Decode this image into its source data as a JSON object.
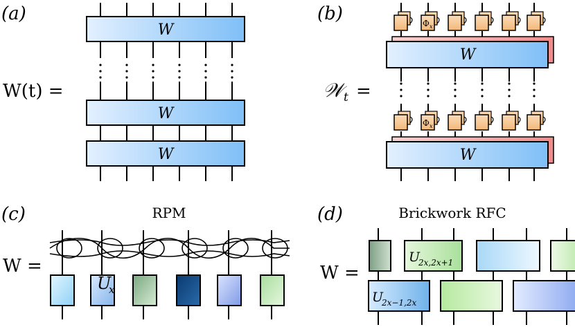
{
  "panels": {
    "a": {
      "label": "(a)",
      "equation": "W(t) =",
      "block_label": "W"
    },
    "b": {
      "label": "(b)",
      "equation": "𝒲",
      "equation_sub": "t",
      "equation_eq": "=",
      "block_label": "W",
      "phi_label": "Φ",
      "phi_sub": "x"
    },
    "c": {
      "label": "(c)",
      "title": "RPM",
      "equation": "W =",
      "unitary_label": "U",
      "unitary_sub": "x"
    },
    "d": {
      "label": "(d)",
      "title": "Brickwork RFC",
      "equation": "W =",
      "gate_top_label": "U",
      "gate_top_sub": "2x,2x+1",
      "gate_bottom_label": "U",
      "gate_bottom_sub": "2x−1,2x"
    }
  },
  "colors": {
    "w_block_light": "#e3f0ff",
    "w_block_dark": "#7fbff7",
    "w_shadow": "#f29a9a",
    "phi_fill": "#f6c58e",
    "c_boxes": [
      "#b8e4fb",
      "#a8ccf2",
      "#9fc49e",
      "#0f4c86",
      "#a3b7ee",
      "#bfe7b7"
    ],
    "d_top": [
      "#8aa88e",
      "#bfe8ad",
      "#cde9fb",
      "#c8eeba"
    ],
    "d_bottom": [
      "#8fc6f0",
      "#c7f0b3",
      "#a8c0f2"
    ]
  }
}
